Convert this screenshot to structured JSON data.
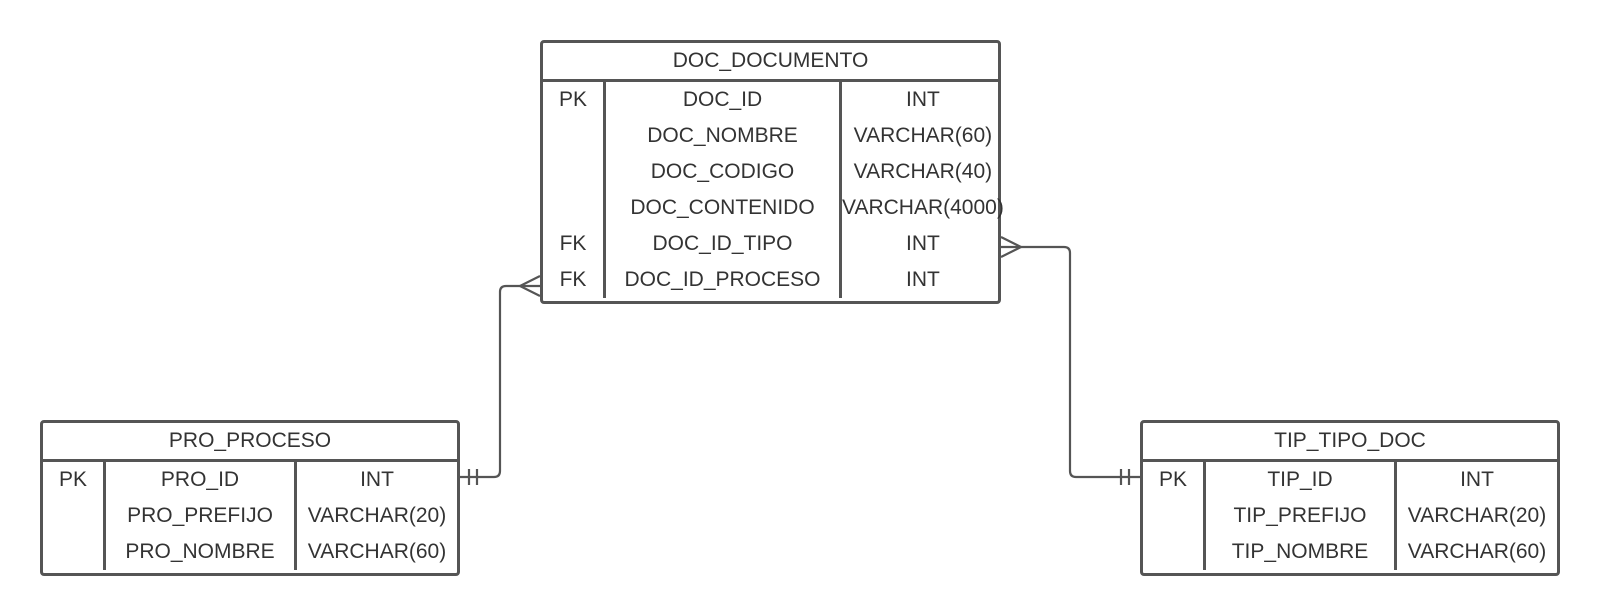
{
  "colors": {
    "line": "#555555",
    "text": "#333333",
    "background": "#ffffff"
  },
  "entities": [
    {
      "name": "DOC_DOCUMENTO",
      "rows": [
        {
          "key": "PK",
          "field": "DOC_ID",
          "type": "INT"
        },
        {
          "key": "",
          "field": "DOC_NOMBRE",
          "type": "VARCHAR(60)"
        },
        {
          "key": "",
          "field": "DOC_CODIGO",
          "type": "VARCHAR(40)"
        },
        {
          "key": "",
          "field": "DOC_CONTENIDO",
          "type": "VARCHAR(4000)"
        },
        {
          "key": "FK",
          "field": "DOC_ID_TIPO",
          "type": "INT"
        },
        {
          "key": "FK",
          "field": "DOC_ID_PROCESO",
          "type": "INT"
        }
      ]
    },
    {
      "name": "PRO_PROCESO",
      "rows": [
        {
          "key": "PK",
          "field": "PRO_ID",
          "type": "INT"
        },
        {
          "key": "",
          "field": "PRO_PREFIJO",
          "type": "VARCHAR(20)"
        },
        {
          "key": "",
          "field": "PRO_NOMBRE",
          "type": "VARCHAR(60)"
        }
      ]
    },
    {
      "name": "TIP_TIPO_DOC",
      "rows": [
        {
          "key": "PK",
          "field": "TIP_ID",
          "type": "INT"
        },
        {
          "key": "",
          "field": "TIP_PREFIJO",
          "type": "VARCHAR(20)"
        },
        {
          "key": "",
          "field": "TIP_NOMBRE",
          "type": "VARCHAR(60)"
        }
      ]
    }
  ],
  "relationships": [
    {
      "from": "PRO_PROCESO.PRO_ID",
      "to": "DOC_DOCUMENTO.DOC_ID_PROCESO",
      "from_cardinality": "one-and-only-one",
      "to_cardinality": "many"
    },
    {
      "from": "TIP_TIPO_DOC.TIP_ID",
      "to": "DOC_DOCUMENTO.DOC_ID_TIPO",
      "from_cardinality": "one-and-only-one",
      "to_cardinality": "many"
    }
  ]
}
